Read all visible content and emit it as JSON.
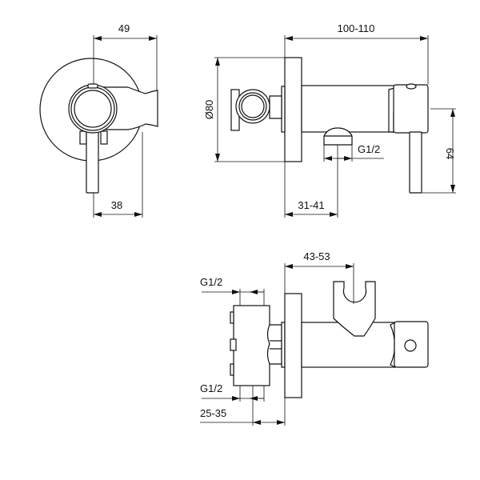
{
  "dimensions": {
    "front_width": "49",
    "front_lever_offset": "38",
    "side_length": "100-110",
    "plate_diameter": "Ø80",
    "lever_height": "64",
    "outlet_thread": "G1/2",
    "outlet_offset": "31-41",
    "holder_offset": "43-53",
    "inlet_thread_top": "G1/2",
    "inlet_thread_bottom": "G1/2",
    "inlet_depth": "25-35"
  }
}
